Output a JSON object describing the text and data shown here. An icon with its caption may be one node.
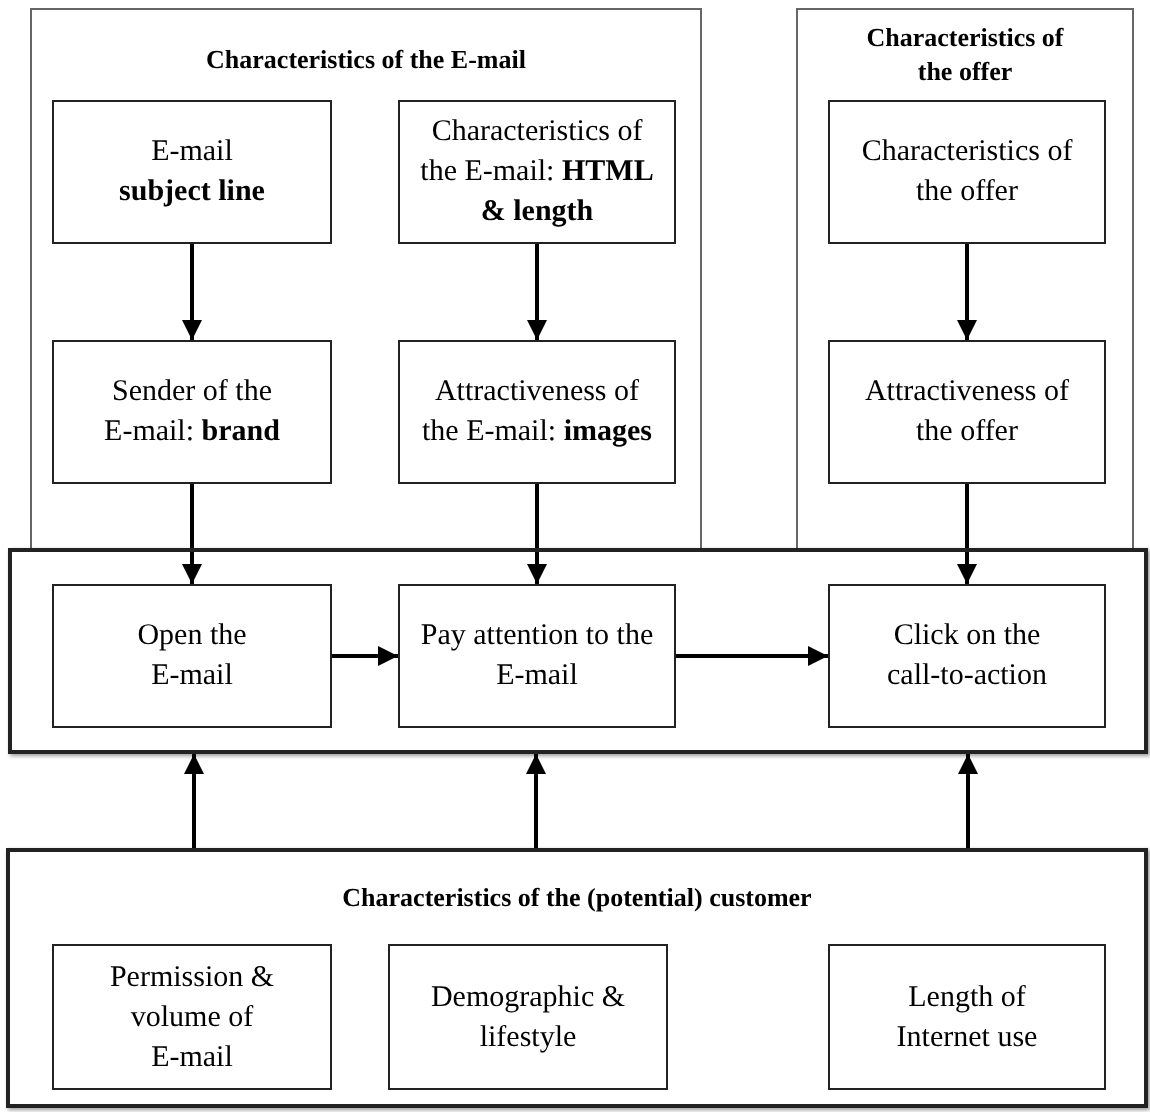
{
  "diagram": {
    "nodes": [
      {
        "text": [
          "Characteristics of the E-mail"
        ]
      },
      {
        "text": [
          "E-mail **subject line**"
        ],
        "in": 0
      },
      {
        "text": [
          "Characteristics of the E-mail: **HTML & length**"
        ],
        "in": 0
      },
      {
        "text": [
          "Sender of the E-mail: **brand**"
        ],
        "in": 0
      },
      {
        "text": [
          "Attractiveness of the E-mail: **images**"
        ],
        "in": 0
      },
      {
        "text": [
          "Characteristics of the offer"
        ]
      },
      {
        "text": [
          "Characteristics of the offer"
        ],
        "in": 5
      },
      {
        "text": [
          "Attractiveness of the offer"
        ],
        "in": 5
      },
      {
        "text": [],
        "shape": "box"
      },
      {
        "text": [
          "Open the E-mail"
        ],
        "in": 8
      },
      {
        "text": [
          "Pay attention to the E-mail"
        ],
        "in": 8
      },
      {
        "text": [
          "Click on the call-to-action"
        ],
        "in": 8
      },
      {
        "text": [
          "Characteristics of the (potential) customer"
        ]
      },
      {
        "text": [
          "Permission & volume of E-mail"
        ],
        "in": 12
      },
      {
        "text": [
          "Demographic & lifestyle"
        ],
        "in": 12
      },
      {
        "text": [
          "Length of Internet use"
        ],
        "in": 12
      }
    ],
    "edges": [
      {
        "from": 1,
        "to": 3,
        "arrow": "to"
      },
      {
        "from": 2,
        "to": 4,
        "arrow": "to"
      },
      {
        "from": 6,
        "to": 7,
        "arrow": "to"
      },
      {
        "from": 3,
        "to": 9,
        "arrow": "to"
      },
      {
        "from": 4,
        "to": 10,
        "arrow": "to"
      },
      {
        "from": 7,
        "to": 11,
        "arrow": "to"
      },
      {
        "from": 9,
        "to": 10,
        "arrow": "to"
      },
      {
        "from": 10,
        "to": 11,
        "arrow": "to"
      },
      {
        "from": 12,
        "to": 8,
        "arrow": "to"
      },
      {
        "from": 12,
        "to": 8,
        "arrow": "to"
      },
      {
        "from": 12,
        "to": 8,
        "arrow": "to"
      }
    ]
  }
}
